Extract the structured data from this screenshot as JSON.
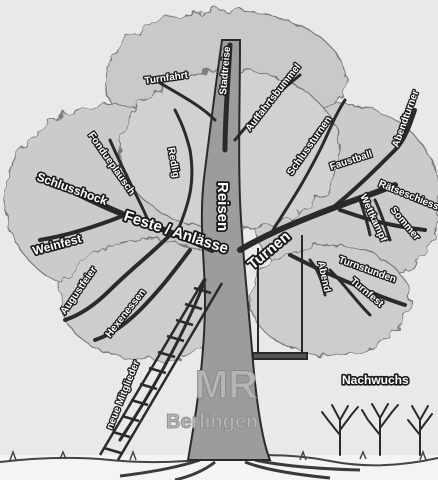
{
  "logo": {
    "initials": "MR",
    "place": "Berlingen"
  },
  "sprouts_label": "Nachwuchs",
  "branches": {
    "reisen": "Reisen",
    "feste_anlaesse": "Feste / Anlässe",
    "turnen": "Turnen",
    "stadtreise": "Stadtreise",
    "turnfahrt": "Turnfahrt",
    "auffahrtsbummel": "Auffahrtsbummel",
    "schlussturnen": "Schlussturnen",
    "abendturner": "Abendturner",
    "faustball": "Faustball",
    "raetseschiessen": "Rätseschiessen",
    "wettkampf": "Wettkampf",
    "sommer": "Sommer",
    "turnstunden": "Turnstunden",
    "abend": "Abend",
    "turnfest": "Turnfest",
    "fondueplausch": "Fondueplausch",
    "redlig": "Redlig",
    "schlusshock": "Schlusshock",
    "weinfest": "Weinfest",
    "augustfeier": "Augustfeier",
    "hexenessen": "Hexenessen",
    "neue_mitglieder": "neue Mitglieder"
  },
  "colors": {
    "background": "#e9e9e9",
    "trunk": "#9a9a9a",
    "foliage": "#c8c8c8",
    "branch": "#2a2a2a"
  },
  "icons": [
    "tree-illustration",
    "ladder-icon",
    "swing-icon",
    "sapling-icon"
  ]
}
